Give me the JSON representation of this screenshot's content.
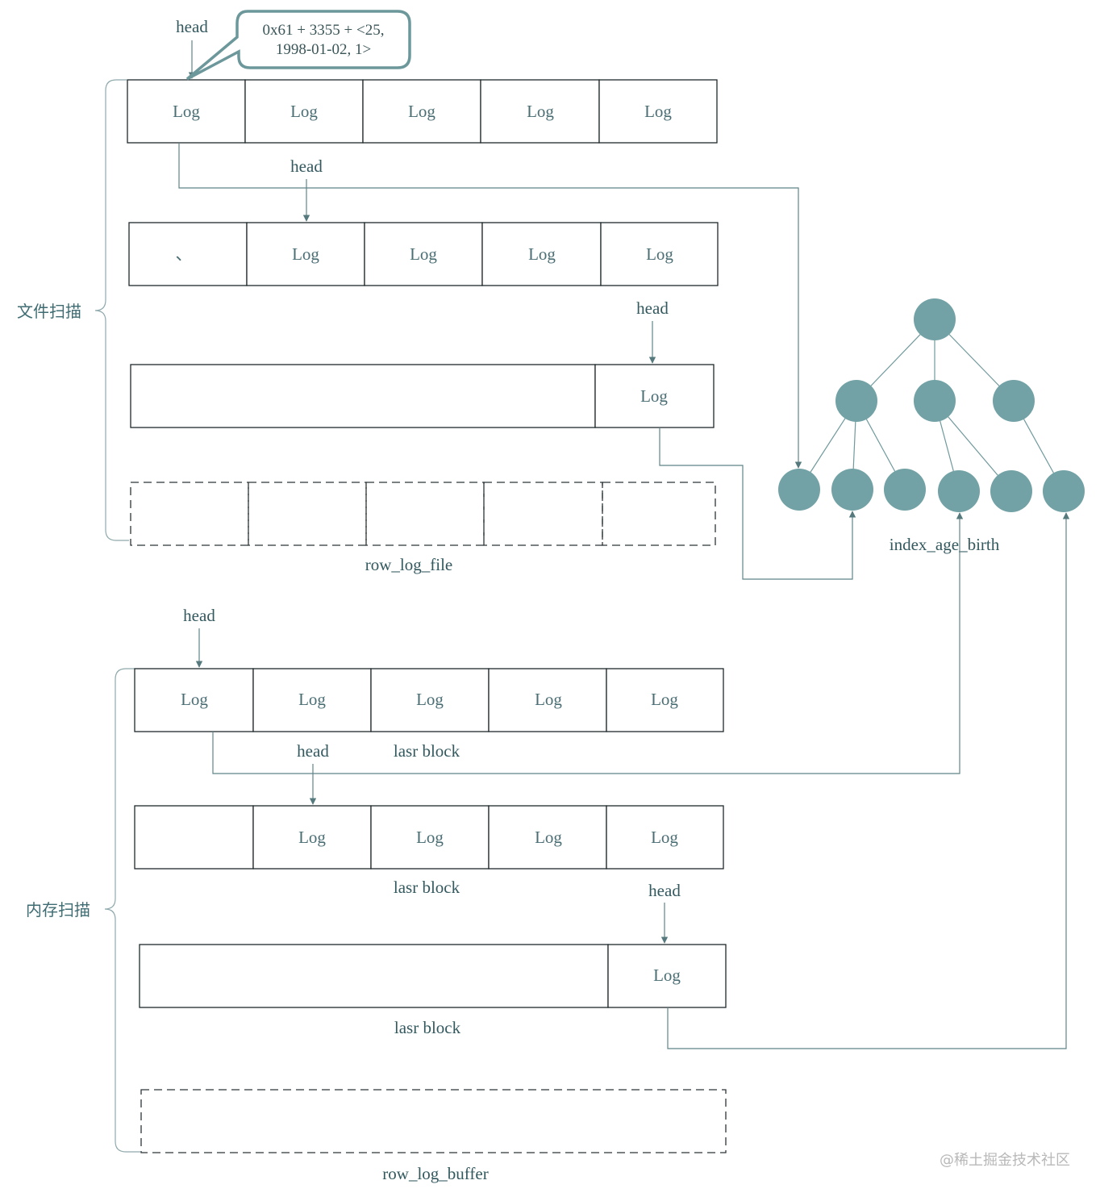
{
  "callout": {
    "line1": "0x61 + 3355 + <25,",
    "line2": "1998-01-02, 1>"
  },
  "file_scan": {
    "label": "文件扫描",
    "caption": "row_log_file",
    "rows": [
      {
        "head_label": "head",
        "cells": [
          "Log",
          "Log",
          "Log",
          "Log",
          "Log"
        ]
      },
      {
        "head_label": "head",
        "cells": [
          "、",
          "Log",
          "Log",
          "Log",
          "Log"
        ]
      },
      {
        "head_label": "head",
        "cells": [
          "",
          "Log"
        ]
      },
      {
        "dashed": true,
        "cells": [
          "",
          "",
          "",
          "",
          ""
        ]
      }
    ]
  },
  "memory_scan": {
    "label": "内存扫描",
    "caption": "row_log_buffer",
    "rows": [
      {
        "head_label": "head",
        "cells": [
          "Log",
          "Log",
          "Log",
          "Log",
          "Log"
        ],
        "block_label": "lasr block"
      },
      {
        "head_label": "head",
        "cells": [
          "",
          "Log",
          "Log",
          "Log",
          "Log"
        ],
        "block_label": "lasr block"
      },
      {
        "head_label": "head",
        "cells": [
          "",
          "Log"
        ],
        "block_label": "lasr block"
      },
      {
        "dashed": true,
        "cells": [
          ""
        ]
      }
    ]
  },
  "index_tree": {
    "label": "index_age_birth",
    "node_color": "#72a2a5"
  },
  "colors": {
    "connector": "#5f8589",
    "box_border": "#1f2a2c",
    "text": "#4a6e74"
  },
  "watermark": "@稀土掘金技术社区"
}
